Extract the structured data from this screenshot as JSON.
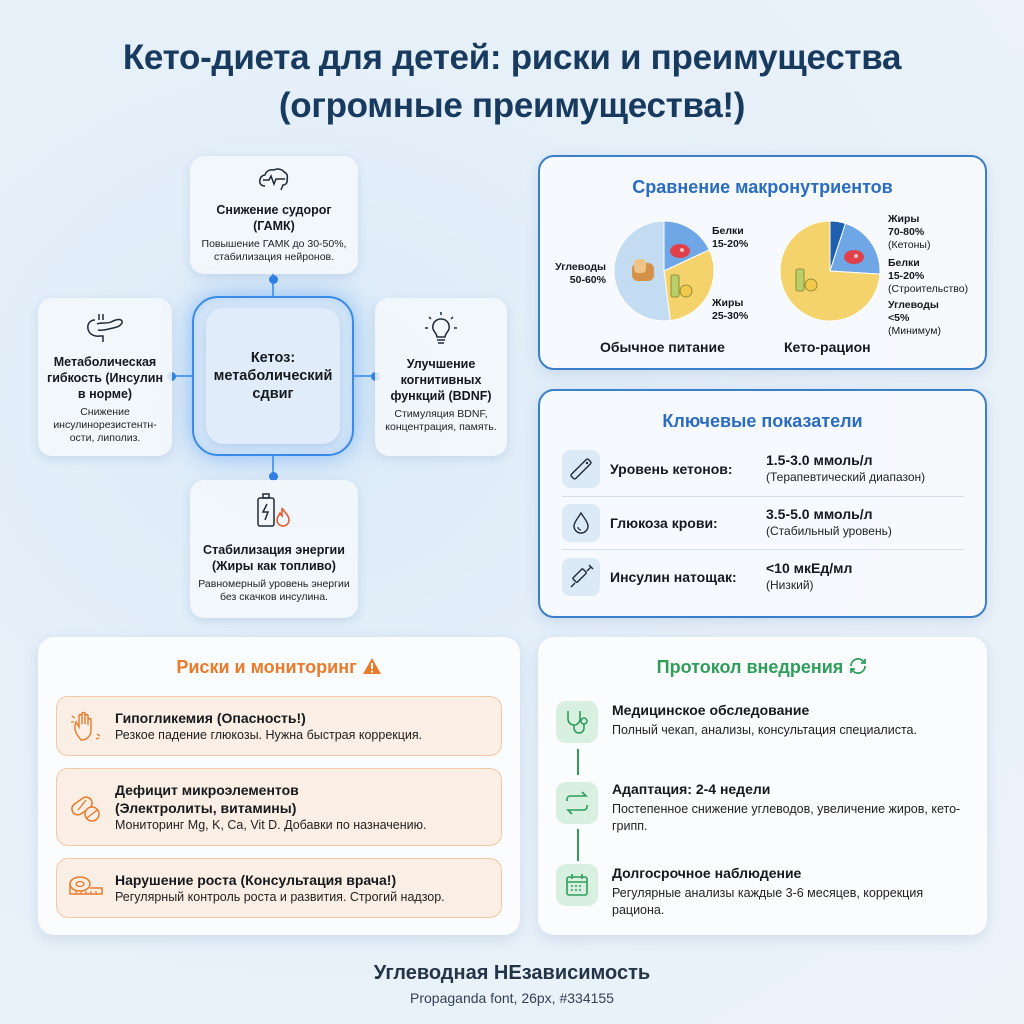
{
  "title": {
    "line1": "Кето-диета для детей: риски и преимущества",
    "line2": "(огромные преимущества!)"
  },
  "diagram": {
    "center": "Кетоз: метаболический сдвиг",
    "nodes": [
      {
        "id": "top",
        "icon": "brain-pulse-icon",
        "title": "Снижение судорог (ГАМК)",
        "text": "Повышение ГАМК до 30-50%, стабилизация нейронов."
      },
      {
        "id": "left",
        "icon": "pancreas-icon",
        "title": "Метаболическая гибкость (Инсулин в норме)",
        "text": "Снижение инсулинорезистентн-ости, липолиз."
      },
      {
        "id": "right",
        "icon": "lightbulb-icon",
        "title": "Улучшение когнитивных функций (BDNF)",
        "text": "Стимуляция BDNF, концентрация, память."
      },
      {
        "id": "bottom",
        "icon": "battery-flame-icon",
        "title": "Стабилизация энергии (Жиры как топливо)",
        "text": "Равномерный уровень энергии без скачков инсулина."
      }
    ]
  },
  "macros": {
    "title": "Сравнение макронутриентов",
    "normal": {
      "caption": "Обычное питание",
      "labels": [
        {
          "name": "Белки",
          "value": "15-20%"
        },
        {
          "name": "Углеводы",
          "value": "50-60%"
        },
        {
          "name": "Жиры",
          "value": "25-30%"
        }
      ]
    },
    "keto": {
      "caption": "Кето-рацион",
      "labels": [
        {
          "name": "Жиры",
          "value": "70-80%",
          "note": "(Кетоны)"
        },
        {
          "name": "Белки",
          "value": "15-20%",
          "note": "(Строительство)"
        },
        {
          "name": "Углеводы",
          "value": "<5%",
          "note": "(Минимум)"
        }
      ]
    }
  },
  "chart_data": [
    {
      "type": "pie",
      "title": "Обычное питание",
      "categories": [
        "Белки",
        "Жиры",
        "Углеводы"
      ],
      "values": [
        18,
        28,
        54
      ],
      "labels": [
        "15-20%",
        "25-30%",
        "50-60%"
      ],
      "colors": [
        "#6fa6e6",
        "#f5d36c",
        "#c3dcf2"
      ]
    },
    {
      "type": "pie",
      "title": "Кето-рацион",
      "categories": [
        "Углеводы",
        "Белки",
        "Жиры"
      ],
      "values": [
        5,
        20,
        75
      ],
      "labels": [
        "<5%",
        "15-20%",
        "70-80%"
      ],
      "colors": [
        "#1f5fb0",
        "#6fa6e6",
        "#f5d36c"
      ]
    }
  ],
  "metrics": {
    "title": "Ключевые показатели",
    "rows": [
      {
        "icon": "test-strip-icon",
        "label": "Уровень кетонов:",
        "value": "1.5-3.0 ммоль/л",
        "note": "(Терапевтический диапазон)"
      },
      {
        "icon": "drop-icon",
        "label": "Глюкоза крови:",
        "value": "3.5-5.0 ммоль/л",
        "note": "(Стабильный уровень)"
      },
      {
        "icon": "syringe-icon",
        "label": "Инсулин натощак:",
        "value": "<10 мкЕд/мл",
        "note": "(Низкий)"
      }
    ]
  },
  "risks": {
    "title": "Риски и мониторинг",
    "icon": "warning-icon",
    "items": [
      {
        "icon": "shaking-hand-icon",
        "title": "Гипогликемия (Опасность!)",
        "text": "Резкое падение глюкозы. Нужна быстрая коррекция."
      },
      {
        "icon": "pills-icon",
        "title": "Дефицит микроэлементов",
        "title2": "(Электролиты, витамины)",
        "text": "Мониторинг Mg, K, Ca, Vit D. Добавки по назначению."
      },
      {
        "icon": "measuring-tape-icon",
        "title": "Нарушение роста (Консультация врача!)",
        "text": "Регулярный контроль роста и развития. Строгий надзор."
      }
    ]
  },
  "protocol": {
    "title": "Протокол внедрения",
    "icon": "refresh-icon",
    "steps": [
      {
        "icon": "stethoscope-icon",
        "title": "Медицинское обследование",
        "text": "Полный чекап, анализы, консультация специалиста."
      },
      {
        "icon": "cycle-arrows-icon",
        "title": "Адаптация: 2-4 недели",
        "text": "Постепенное снижение углеводов, увеличение жиров, кето-грипп."
      },
      {
        "icon": "calendar-icon",
        "title": "Долгосрочное наблюдение",
        "text": "Регулярные анализы каждые 3-6 месяцев, коррекция рациона."
      }
    ]
  },
  "footer": {
    "title": "Углеводная НЕзависимость",
    "subtitle": "Propaganda font, 26px, #334155"
  },
  "colors": {
    "title": "#173a5e",
    "accent_blue": "#2f80e8",
    "risk_orange": "#ea7a2a",
    "protocol_green": "#2f9e5a",
    "footer": "#334155"
  }
}
